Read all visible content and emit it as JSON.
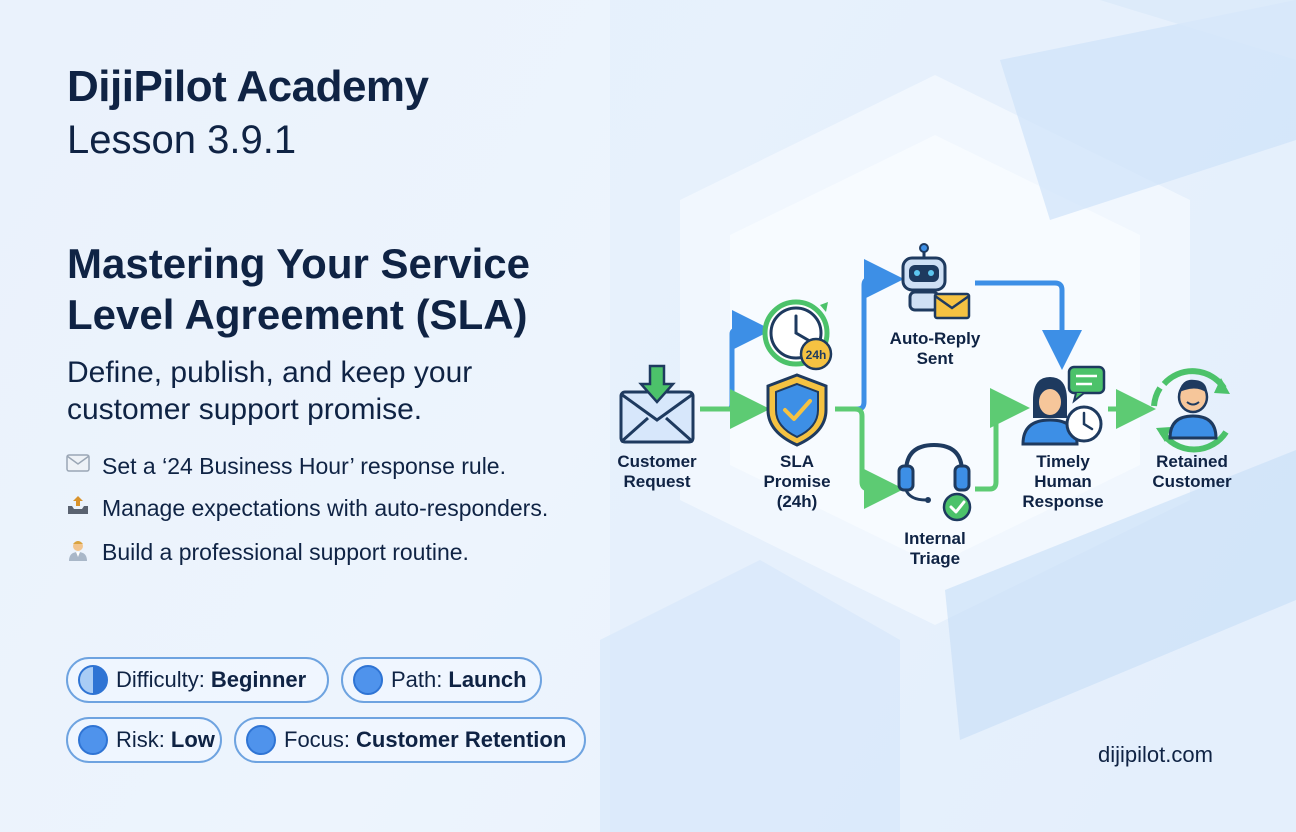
{
  "brand": "DijiPilot Academy",
  "lesson": "Lesson 3.9.1",
  "title_line1": "Mastering Your Service",
  "title_line2": "Level Agreement (SLA)",
  "subtitle_line1": "Define, publish, and keep your",
  "subtitle_line2": "customer support promise.",
  "bullets": [
    {
      "icon": "envelope-icon",
      "text": "Set a ‘24 Business Hour’ response rule."
    },
    {
      "icon": "outbox-tray-icon",
      "text": "Manage expectations with auto-responders."
    },
    {
      "icon": "support-agent-icon",
      "text": "Build a professional support routine."
    }
  ],
  "tags": [
    {
      "label": "Difficulty:",
      "value": "Beginner"
    },
    {
      "label": "Path:",
      "value": "Launch"
    },
    {
      "label": "Risk:",
      "value": "Low"
    },
    {
      "label": "Focus:",
      "value": "Customer Retention"
    }
  ],
  "website": "dijipilot.com",
  "flow": {
    "customer_request": [
      "Customer",
      "Request"
    ],
    "clock_badge": "24h",
    "sla_promise": [
      "SLA",
      "Promise",
      "(24h)"
    ],
    "auto_reply": [
      "Auto-Reply",
      "Sent"
    ],
    "internal_triage": [
      "Internal",
      "Triage"
    ],
    "timely_response": [
      "Timely",
      "Human",
      "Response"
    ],
    "retained_customer": [
      "Retained",
      "Customer"
    ]
  },
  "colors": {
    "navy": "#0f2344",
    "blue_arrow": "#3d8fe6",
    "green_arrow": "#5dcb73",
    "pill_border": "#6ea3e0"
  }
}
